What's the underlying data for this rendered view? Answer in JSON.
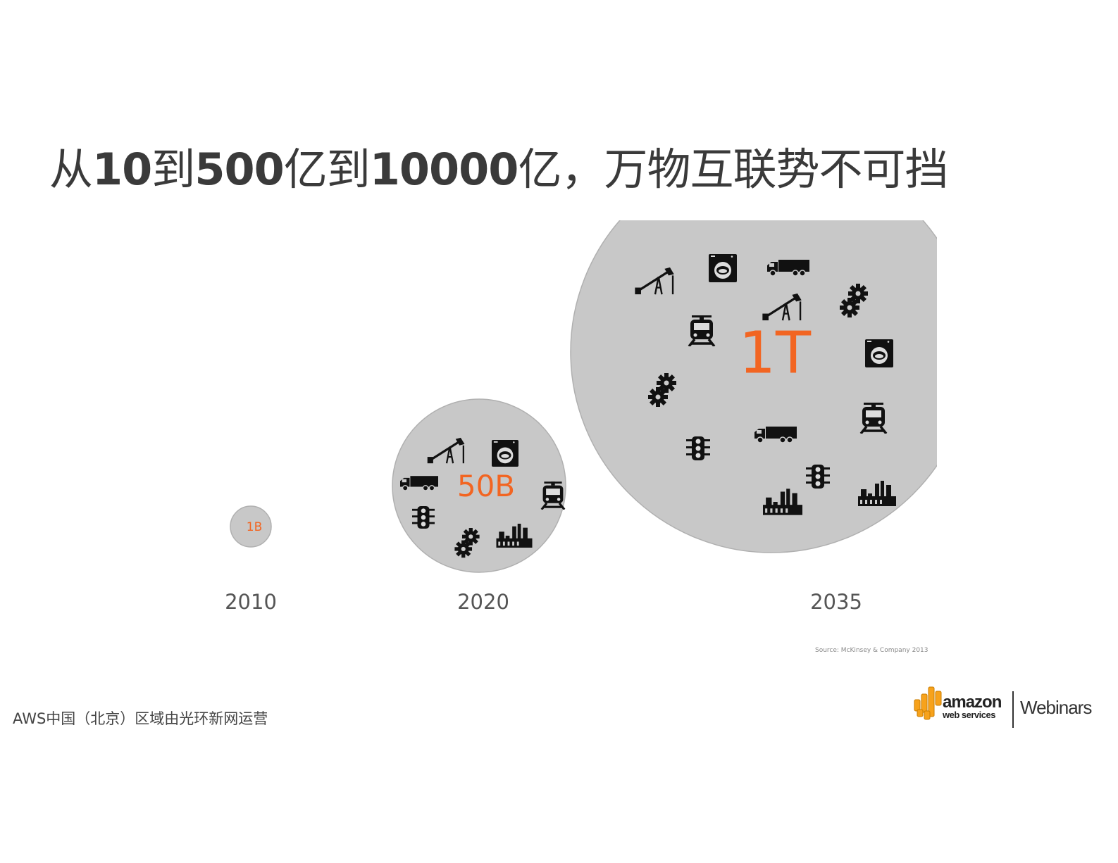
{
  "title": {
    "parts": [
      "从",
      "10",
      "到",
      "500",
      "亿到",
      "10000",
      "亿，万物互联势不可挡"
    ]
  },
  "chart_data": {
    "type": "bubble",
    "categories": [
      "2010",
      "2020",
      "2035"
    ],
    "labels": [
      "1B",
      "50B",
      "1T"
    ],
    "values_billions": [
      1,
      50,
      1000
    ],
    "label_color": "#f26522",
    "bubble_color": "#c8c8c8",
    "icons": [
      "oil-pump-icon",
      "washing-machine-icon",
      "truck-icon",
      "train-icon",
      "gears-icon",
      "traffic-light-icon",
      "factory-icon"
    ]
  },
  "source": "Source: McKinsey & Company 2013",
  "footer": {
    "left_text": "AWS中国（北京）区域由光环新网运营",
    "logo_word": "amazon",
    "logo_sub": "web services",
    "logo_right": "Webinars"
  },
  "colors": {
    "title": "#3a3a3a",
    "accent": "#f26522",
    "aws_orange": "#f7a21b"
  }
}
